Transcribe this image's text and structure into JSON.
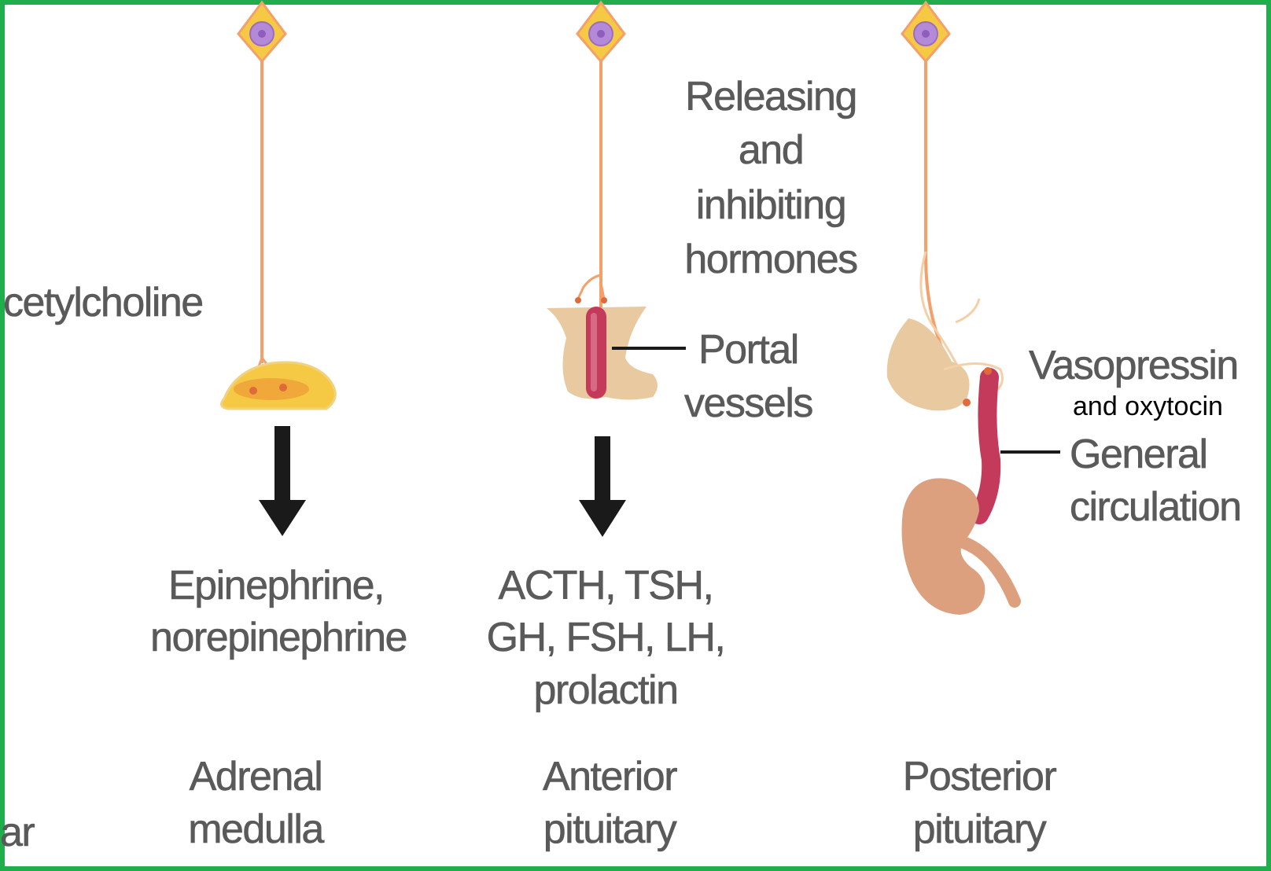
{
  "colors": {
    "border": "#1fae4b",
    "axon": "#f4a06a",
    "cell_body": "#f6c945",
    "nucleus": "#b48ad8",
    "gland": "#e8c9a0",
    "vessel": "#c33a5a",
    "kidney": "#dca07f",
    "arrow": "#1a1a1a",
    "label": "#5a5a5a"
  },
  "left_partial": {
    "transmitter": "cetylcholine",
    "organ": "ar"
  },
  "adrenal": {
    "product_line1": "Epinephrine,",
    "product_line2": "norepinephrine",
    "organ_line1": "Adrenal",
    "organ_line2": "medulla"
  },
  "anterior": {
    "hormones_line1": "Releasing",
    "hormones_line2": "and",
    "hormones_line3": "inhibiting",
    "hormones_line4": "hormones",
    "portal_line1": "Portal",
    "portal_line2": "vessels",
    "product_line1": "ACTH, TSH,",
    "product_line2": "GH, FSH, LH,",
    "product_line3": "prolactin",
    "organ_line1": "Anterior",
    "organ_line2": "pituitary"
  },
  "posterior": {
    "hormone_line1": "Vasopressin",
    "hormone_line2": "and oxytocin",
    "circulation_line1": "General",
    "circulation_line2": "circulation",
    "organ_line1": "Posterior",
    "organ_line2": "pituitary"
  },
  "icons": [
    "neuron-cell-body-icon",
    "gland-icon",
    "down-arrow-icon",
    "blood-vessel-icon",
    "kidney-icon"
  ]
}
